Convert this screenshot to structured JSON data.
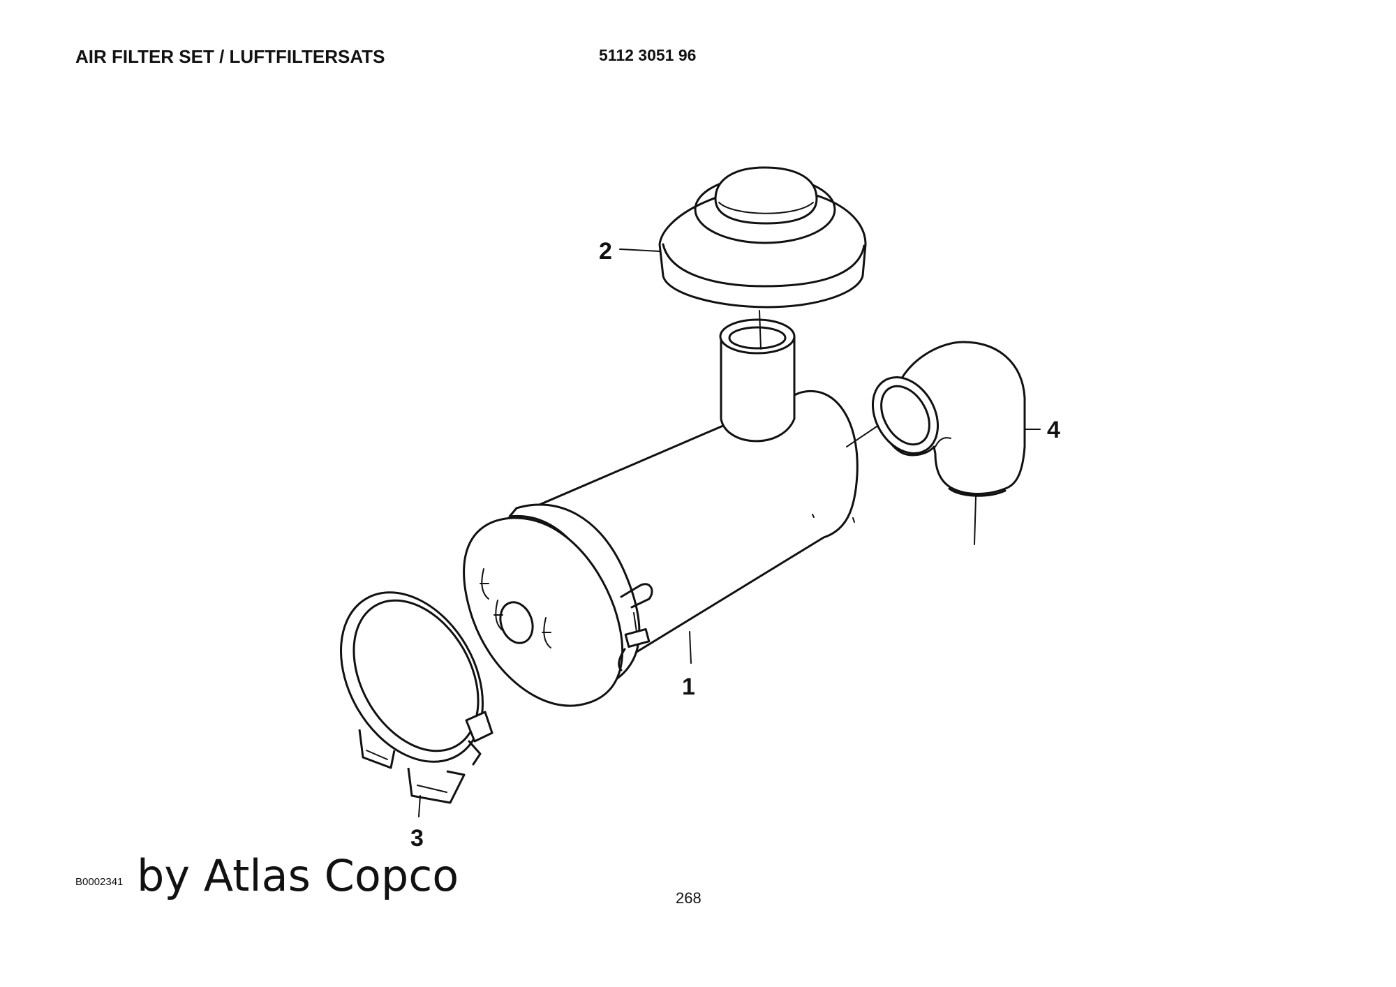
{
  "header": {
    "title": "AIR FILTER SET / LUFTFILTERSATS",
    "part_number": "5112 3051 96"
  },
  "callouts": {
    "item_1": "1",
    "item_2": "2",
    "item_3": "3",
    "item_4": "4"
  },
  "footer": {
    "drawing_ref": "B0002341",
    "watermark": "by Atlas Copco",
    "page_number": "268"
  }
}
